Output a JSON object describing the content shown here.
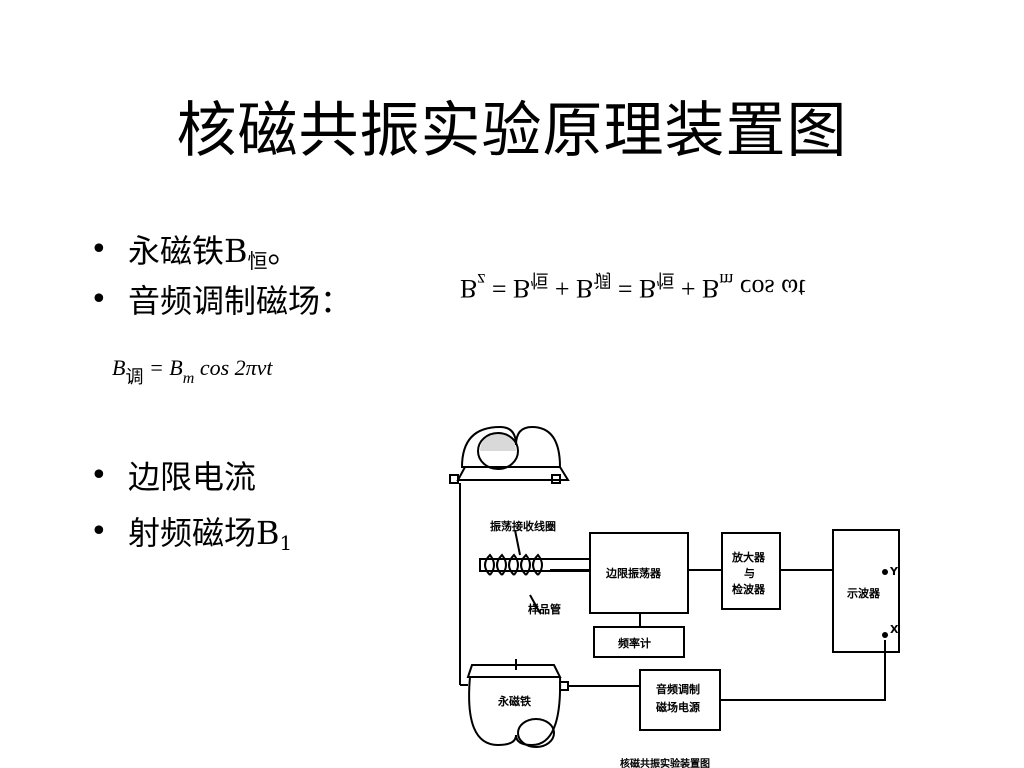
{
  "title": "核磁共振实验原理装置图",
  "bullets_top": [
    {
      "text": "永磁铁B",
      "sub": "恒",
      "tail": "。"
    },
    {
      "text": "音频调制磁场：",
      "sub": "",
      "tail": ""
    }
  ],
  "formula_mod": {
    "lhs": "B",
    "lhs_sub": "调",
    "eq": " = B",
    "m": "m",
    "rhs": " cos 2πνt"
  },
  "formula_total": {
    "b": "B",
    "s1": "z",
    "eq1": " = B",
    "s2": "恒",
    "plus1": " + B",
    "s3": "调",
    "eq2": " = B",
    "s4": "恒",
    "plus2": " + B",
    "s5": "m",
    "tail": " cos ωt"
  },
  "bullets_bottom": [
    {
      "text": "边限电流",
      "sub": ""
    },
    {
      "text": "射频磁场B",
      "sub": "1"
    }
  ],
  "diagram": {
    "coil_label": "振荡接收线圈",
    "tube_label": "样品管",
    "oscillator_label": "边限振荡器",
    "freq_counter_label": "频率计",
    "amp_line1": "放大器",
    "amp_line2": "与",
    "amp_line3": "检波器",
    "scope_label": "示波器",
    "scope_y": "Y",
    "scope_x": "X",
    "magnet_label": "永磁铁",
    "audio_line1": "音频调制",
    "audio_line2": "磁场电源",
    "caption": "核磁共振实验装置图"
  }
}
